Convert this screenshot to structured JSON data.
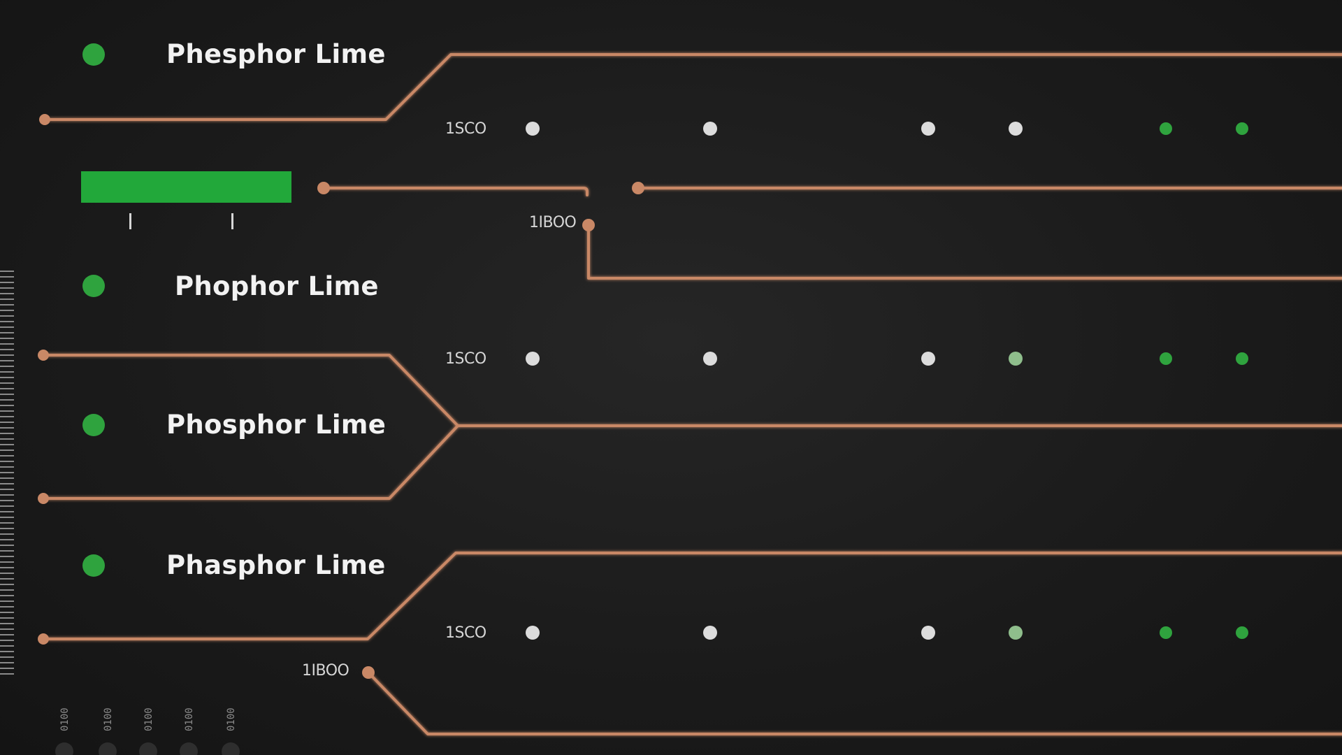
{
  "colors": {
    "background": "#1a1a1a",
    "copper": "#c98866",
    "lime": "#2fa33e",
    "lime_bar": "#22a83a",
    "dot_white": "#dcdcdc",
    "dot_lightgreen": "#8fbe8c",
    "text": "#f2f2f2",
    "text_dim": "#d6d6d6",
    "ruler": "#8a8a8a"
  },
  "rows": [
    {
      "title": "Phesphor Lime",
      "code": "1SCO",
      "dots": [
        "white",
        "white",
        "white",
        "white",
        "green",
        "green"
      ]
    },
    {
      "title": "Phophor Lime",
      "code": "1SCO",
      "dots": [
        "white",
        "white",
        "white",
        "lightgreen",
        "green",
        "green"
      ]
    },
    {
      "title": "Phosphor Lime",
      "code": "",
      "dots": []
    },
    {
      "title": "Phasphor Lime",
      "code": "1SCO",
      "dots": [
        "white",
        "white",
        "white",
        "lightgreen",
        "green",
        "green"
      ]
    }
  ],
  "junction_labels": {
    "upper": "1IBOO",
    "lower": "1IBOO"
  },
  "level_bar": {
    "fill_fraction": 1.0
  },
  "bottom_ticks": [
    "0100",
    "0100",
    "0100",
    "0100",
    "0100"
  ]
}
